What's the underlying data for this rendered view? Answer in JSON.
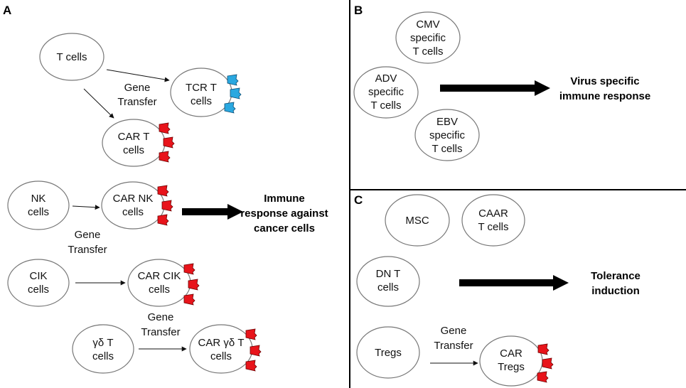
{
  "panels": {
    "a": {
      "letter": "A",
      "t_cells": [
        "T cells"
      ],
      "tcr_t_cells": [
        "TCR T",
        "cells"
      ],
      "car_t_cells": [
        "CAR T",
        "cells"
      ],
      "gene_transfer_1": [
        "Gene",
        "Transfer"
      ],
      "nk_cells": [
        "NK",
        "cells"
      ],
      "car_nk_cells": [
        "CAR NK",
        "cells"
      ],
      "gene_transfer_2": [
        "Gene",
        "Transfer"
      ],
      "cik_cells": [
        "CIK",
        "cells"
      ],
      "car_cik_cells": [
        "CAR CIK",
        "cells"
      ],
      "gene_transfer_3": [
        "Gene",
        "Transfer"
      ],
      "gd_t_cells": [
        "γδ T",
        "cells"
      ],
      "car_gd_t_cells": [
        "CAR γδ T",
        "cells"
      ],
      "outcome": [
        "Immune",
        "response against",
        "cancer cells"
      ]
    },
    "b": {
      "letter": "B",
      "cmv": [
        "CMV",
        "specific",
        "T cells"
      ],
      "adv": [
        "ADV",
        "specific",
        "T cells"
      ],
      "ebv": [
        "EBV",
        "specific",
        "T cells"
      ],
      "outcome": [
        "Virus specific",
        "immune response"
      ]
    },
    "c": {
      "letter": "C",
      "msc": [
        "MSC"
      ],
      "caar": [
        "CAAR",
        "T cells"
      ],
      "dn_t": [
        "DN T",
        "cells"
      ],
      "tregs": [
        "Tregs"
      ],
      "gene_transfer": [
        "Gene",
        "Transfer"
      ],
      "car_tregs": [
        "CAR",
        "Tregs"
      ],
      "outcome": [
        "Tolerance",
        "induction"
      ]
    }
  },
  "colors": {
    "car_receptor": "#e8141b",
    "tcr_receptor": "#2aa8e0",
    "cell_outline": "#777777",
    "divider": "#000000"
  }
}
